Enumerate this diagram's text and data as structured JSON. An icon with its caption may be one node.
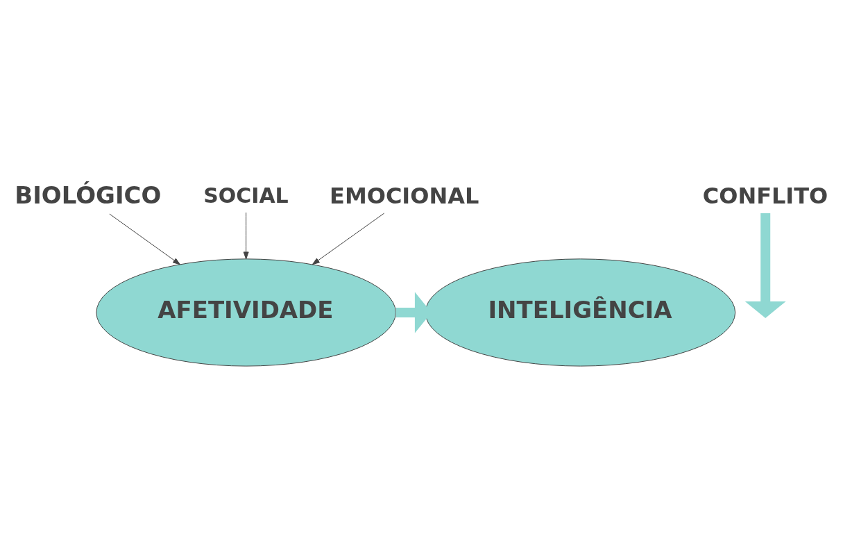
{
  "diagram": {
    "nodes": [
      {
        "text": [
          "BIOLÓGICO"
        ]
      },
      {
        "text": [
          "SOCIAL"
        ]
      },
      {
        "text": [
          "EMOCIONAL"
        ]
      },
      {
        "text": [
          "AFETIVIDADE"
        ]
      },
      {
        "text": [
          "INTELIGÊNCIA"
        ]
      },
      {
        "text": [
          "CONFLITO"
        ]
      }
    ],
    "edges": [
      {
        "from": 0,
        "to": 3,
        "arrow": "to"
      },
      {
        "from": 1,
        "to": 3,
        "arrow": "to"
      },
      {
        "from": 2,
        "to": 3,
        "arrow": "to"
      },
      {
        "from": 3,
        "to": 4,
        "arrow": "to",
        "style": "thick",
        "color": "#8fd8d2"
      },
      {
        "from": 5,
        "to": null,
        "arrow": "to",
        "style": "thick",
        "color": "#8fd8d2"
      }
    ]
  }
}
